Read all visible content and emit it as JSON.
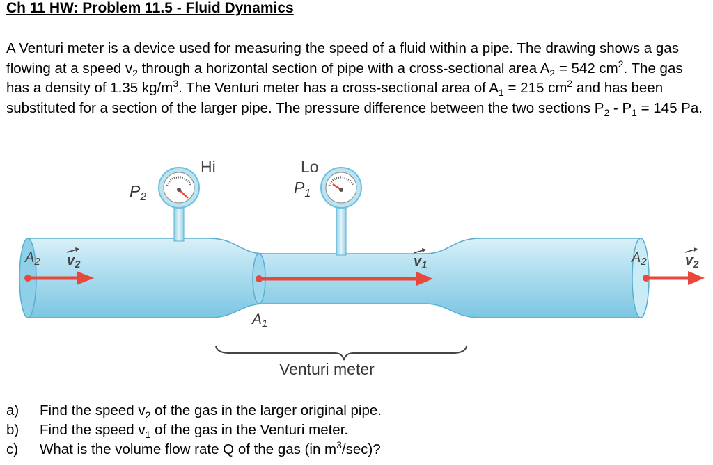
{
  "header": {
    "title": "Ch 11 HW:  Problem 11.5 - Fluid Dynamics"
  },
  "problem": {
    "s1": "A Venturi meter is a device used for measuring the speed of a fluid within a pipe.  The drawing shows a gas flowing at a speed v",
    "s1_sub": "2",
    "s2": " through a horizontal section of pipe with a cross-sectional area A",
    "s2_sub": "2",
    "s3": " = 542 cm",
    "s3_sup": "2",
    "s4": ".  The gas has a density of 1.35 kg/m",
    "s4_sup": "3",
    "s5": ".  The Venturi meter has a cross-sectional area of A",
    "s5_sub": "1",
    "s6": " = 215 cm",
    "s6_sup": "2",
    "s7": " and has been substituted for a section of the larger pipe.  The pressure difference between the two sections P",
    "s7_sub": "2",
    "s8": " - P",
    "s8_sub": "1",
    "s9": " = 145 Pa."
  },
  "diagram": {
    "hi_label": "Hi",
    "lo_label": "Lo",
    "p2": "P",
    "p2_sub": "2",
    "p1": "P",
    "p1_sub": "1",
    "a2_left": "A",
    "a2_left_sub": "2",
    "a2_right": "A",
    "a2_right_sub": "2",
    "a1": "A",
    "a1_sub": "1",
    "v2_left": "v",
    "v2_left_sub": "2",
    "v2_right": "v",
    "v2_right_sub": "2",
    "v1": "v",
    "v1_sub": "1",
    "meter_label": "Venturi meter",
    "colors": {
      "pipe": "#a9dcee",
      "pipe_dark": "#6cbfdf",
      "arrow": "#e8483c",
      "gauge": "#bde3f0"
    }
  },
  "questions": [
    {
      "label": "a)",
      "t1": "Find the speed v",
      "sub": "2",
      "t2": " of the gas in the larger original pipe.",
      "sup": "",
      "t3": ""
    },
    {
      "label": "b)",
      "t1": "Find the speed v",
      "sub": "1",
      "t2": " of the gas in the Venturi meter.",
      "sup": "",
      "t3": ""
    },
    {
      "label": "c)",
      "t1": "What is the volume flow rate Q of the gas (in m",
      "sub": "",
      "t2": "",
      "sup": "3",
      "t3": "/sec)?"
    }
  ]
}
